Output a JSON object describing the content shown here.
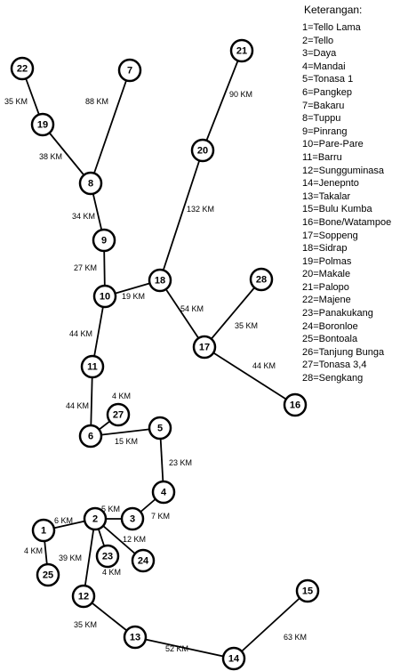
{
  "legend": {
    "title": "Keterangan:",
    "items": [
      "1=Tello Lama",
      "2=Tello",
      "3=Daya",
      "4=Mandai",
      "5=Tonasa 1",
      "6=Pangkep",
      "7=Bakaru",
      "8=Tuppu",
      "9=Pinrang",
      "10=Pare-Pare",
      "11=Barru",
      "12=Sungguminasa",
      "14=Jenepnto",
      "13=Takalar",
      "15=Bulu Kumba",
      "16=Bone/Watampoe",
      "17=Soppeng",
      "18=Sidrap",
      "19=Polmas",
      "20=Makale",
      "21=Palopo",
      "22=Majene",
      "23=Panakukang",
      "24=Boronloe",
      "25=Bontoala",
      "26=Tanjung Bunga",
      "27=Tonasa 3,4",
      "28=Sengkang"
    ]
  },
  "nodes": [
    "1",
    "2",
    "3",
    "4",
    "5",
    "6",
    "7",
    "8",
    "9",
    "10",
    "11",
    "12",
    "13",
    "14",
    "15",
    "16",
    "17",
    "18",
    "19",
    "20",
    "21",
    "22",
    "23",
    "24",
    "25",
    "27",
    "28"
  ],
  "edges": [
    {
      "from": "22",
      "to": "19",
      "label": "35 KM"
    },
    {
      "from": "19",
      "to": "8",
      "label": "38 KM"
    },
    {
      "from": "7",
      "to": "8",
      "label": "88 KM"
    },
    {
      "from": "8",
      "to": "9",
      "label": "34 KM"
    },
    {
      "from": "9",
      "to": "10",
      "label": "27 KM"
    },
    {
      "from": "10",
      "to": "18",
      "label": "19 KM"
    },
    {
      "from": "21",
      "to": "20",
      "label": "90 KM"
    },
    {
      "from": "20",
      "to": "18",
      "label": "132 KM"
    },
    {
      "from": "18",
      "to": "17",
      "label": "54 KM"
    },
    {
      "from": "28",
      "to": "17",
      "label": "35 KM"
    },
    {
      "from": "17",
      "to": "16",
      "label": "44 KM"
    },
    {
      "from": "10",
      "to": "11",
      "label": "44 KM"
    },
    {
      "from": "11",
      "to": "6",
      "label": "44 KM"
    },
    {
      "from": "6",
      "to": "27",
      "label": "4 KM"
    },
    {
      "from": "6",
      "to": "5",
      "label": "15 KM"
    },
    {
      "from": "5",
      "to": "4",
      "label": "23 KM"
    },
    {
      "from": "4",
      "to": "3",
      "label": "7 KM"
    },
    {
      "from": "2",
      "to": "3",
      "label": "5 KM"
    },
    {
      "from": "1",
      "to": "2",
      "label": "6 KM"
    },
    {
      "from": "1",
      "to": "25",
      "label": "4 KM"
    },
    {
      "from": "2",
      "to": "23",
      "label": "4 KM"
    },
    {
      "from": "2",
      "to": "24",
      "label": "12 KM"
    },
    {
      "from": "2",
      "to": "12",
      "label": "39 KM"
    },
    {
      "from": "12",
      "to": "13",
      "label": "35 KM"
    },
    {
      "from": "13",
      "to": "14",
      "label": "52 KM"
    },
    {
      "from": "14",
      "to": "15",
      "label": "63 KM"
    }
  ]
}
